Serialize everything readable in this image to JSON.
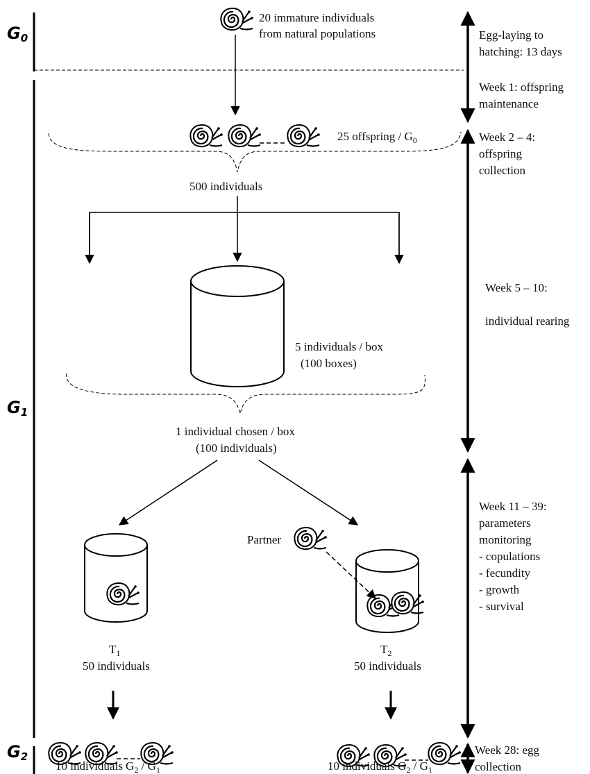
{
  "generations": {
    "g0": {
      "main": "G",
      "sub": "0"
    },
    "g1": {
      "main": "G",
      "sub": "1"
    },
    "g2": {
      "main": "G",
      "sub": "2"
    }
  },
  "top": {
    "line1": "20 immature individuals",
    "line2": "from natural populations"
  },
  "offspring_label": {
    "text": "25 offspring / G",
    "sub": "0"
  },
  "pool_label": "500 individuals",
  "box_label": {
    "line1": "5 individuals / box",
    "line2": "(100 boxes)"
  },
  "chosen_label": {
    "line1": "1 individual chosen / box",
    "line2": "(100 individuals)"
  },
  "partner_label": "Partner",
  "treatments": {
    "t1": {
      "name": "T",
      "sub": "1",
      "count": "50 individuals"
    },
    "t2": {
      "name": "T",
      "sub": "2",
      "count": "50 individuals"
    }
  },
  "bottom_labels": {
    "left": {
      "text": "10 individuals G",
      "sub_a": "2",
      "mid": " / G",
      "sub_b": "1"
    },
    "right": {
      "text": "10 individuals G",
      "sub_a": "2",
      "mid": " / G",
      "sub_b": "1"
    }
  },
  "timeline": {
    "p1": {
      "line1": "Egg-laying to",
      "line2": "hatching: 13 days"
    },
    "p2": {
      "line1": "Week 1: offspring",
      "line2": "maintenance"
    },
    "p3": {
      "line1": "Week 2 – 4:",
      "line2": "offspring",
      "line3": "collection"
    },
    "p4": {
      "line1": "Week 5 – 10:",
      "line2": "individual rearing"
    },
    "p5": {
      "line1": "Week 11 – 39:",
      "line2": "parameters",
      "line3": "monitoring",
      "items": [
        "- copulations",
        "- fecundity",
        "- growth",
        "- survival"
      ]
    },
    "p6": {
      "line1": "Week 28: egg",
      "line2": "collection"
    }
  },
  "icons": [
    "snail-icon"
  ]
}
